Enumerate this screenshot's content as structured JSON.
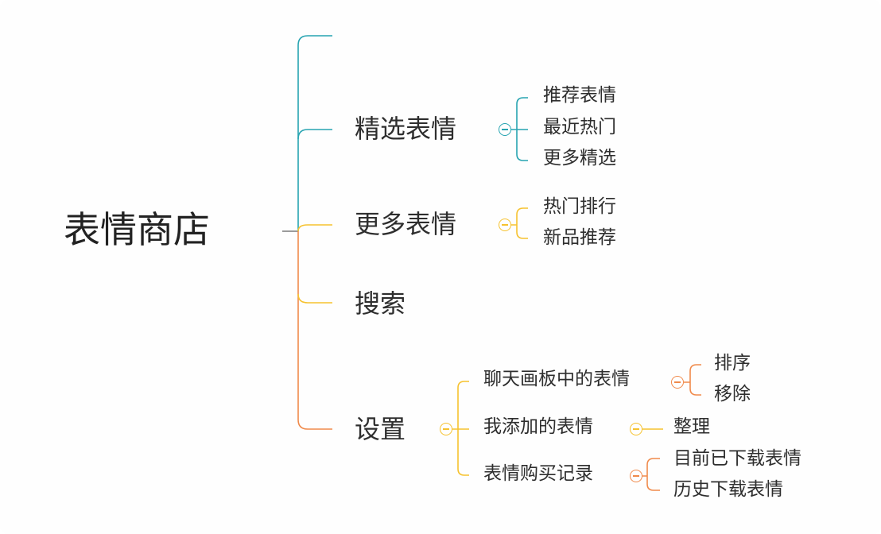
{
  "colors": {
    "teal": "#27a4b1",
    "yellow": "#f6c22f",
    "orange": "#f08a4b",
    "text": "#2e2e2e"
  },
  "root": {
    "label": "表情商店"
  },
  "branches": {
    "featured": {
      "label": "精选表情",
      "children": [
        "推荐表情",
        "最近热门",
        "更多精选"
      ]
    },
    "more": {
      "label": "更多表情",
      "children": [
        "热门排行",
        "新品推荐"
      ]
    },
    "search": {
      "label": "搜索"
    },
    "settings": {
      "label": "设置",
      "chat_panel": {
        "label": "聊天画板中的表情",
        "children": [
          "排序",
          "移除"
        ]
      },
      "my_added": {
        "label": "我添加的表情",
        "children": [
          "整理"
        ]
      },
      "purchases": {
        "label": "表情购买记录",
        "children": [
          "目前已下载表情",
          "历史下载表情"
        ]
      }
    }
  }
}
